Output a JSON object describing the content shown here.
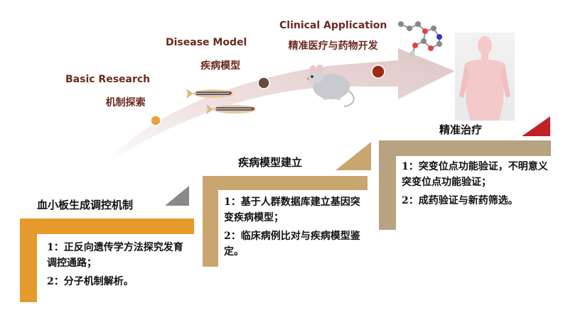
{
  "stages": [
    {
      "en": "Basic Research",
      "cn": "机制探索"
    },
    {
      "en": "Disease Model",
      "cn": "疾病模型"
    },
    {
      "en": "Clinical Application",
      "cn": "精准医疗与药物开发"
    }
  ],
  "steps": [
    {
      "title": "血小板生成调控机制",
      "items": [
        {
          "num": "1：",
          "text": "正反向遗传学方法探究发育调控通路；"
        },
        {
          "num": "2：",
          "text": "分子机制解析。"
        }
      ]
    },
    {
      "title": "疾病模型建立",
      "items": [
        {
          "num": "1：",
          "text": "基于人群数据库建立基因突变疾病模型；"
        },
        {
          "num": "2：",
          "text": "临床病例比对与疾病模型鉴定。"
        }
      ]
    },
    {
      "title": "精准治疗",
      "items": [
        {
          "num": "1：",
          "text": "突变位点功能验证，不明意义突变位点功能验证；"
        },
        {
          "num": "2：",
          "text": "成药验证与新药筛选。"
        }
      ]
    }
  ],
  "icons": {
    "zebrafish": "zebrafish-icon",
    "mouse": "mouse-icon",
    "molecule": "molecule-icon",
    "human": "human-body-icon"
  },
  "colors": {
    "arrow": "#e6cfcf",
    "dot1": "#e8a23a",
    "dot2": "#6b4a3e",
    "dot3": "#a02a1a",
    "step1": "#e69a2c",
    "step2": "#c9a56f",
    "step3": "#b7a281",
    "text_brown": "#6b2a1e"
  }
}
